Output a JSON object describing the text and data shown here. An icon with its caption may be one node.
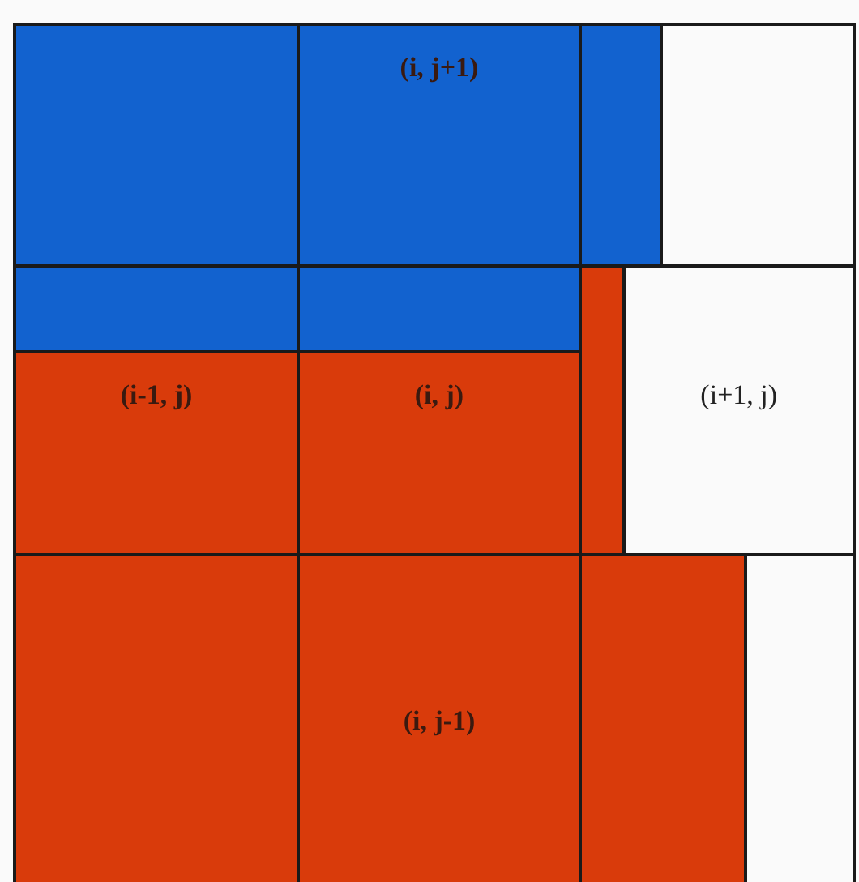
{
  "diagram": {
    "nodes": [
      {
        "text": [],
        "shape": "box"
      },
      {
        "text": [
          "(i, j+1)"
        ]
      },
      {
        "text": [],
        "shape": "box"
      },
      {
        "text": [
          "(i-1, j)"
        ]
      },
      {
        "text": [
          "(i, j)"
        ]
      },
      {
        "text": [
          "(i+1, j)"
        ]
      },
      {
        "text": [],
        "shape": "box"
      },
      {
        "text": [
          "(i, j-1)"
        ]
      },
      {
        "text": [],
        "shape": "box"
      }
    ]
  }
}
